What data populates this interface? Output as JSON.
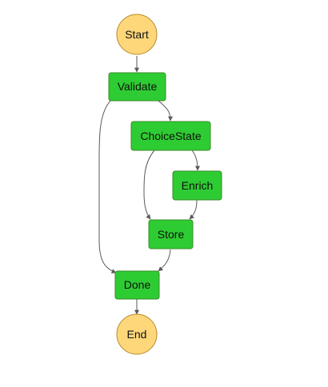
{
  "diagram": {
    "type": "state-machine-flowchart",
    "colors": {
      "state_fill": "#2ecc33",
      "state_border": "#3a8a2a",
      "terminal_fill": "#fdd77a",
      "terminal_border": "#c9a24a",
      "edge": "#5a5a5a"
    },
    "nodes": {
      "start": {
        "label": "Start",
        "shape": "circle"
      },
      "validate": {
        "label": "Validate",
        "shape": "rounded-rect"
      },
      "choice": {
        "label": "ChoiceState",
        "shape": "rounded-rect"
      },
      "enrich": {
        "label": "Enrich",
        "shape": "rounded-rect"
      },
      "store": {
        "label": "Store",
        "shape": "rounded-rect"
      },
      "done": {
        "label": "Done",
        "shape": "rounded-rect"
      },
      "end": {
        "label": "End",
        "shape": "circle"
      }
    },
    "edges": [
      {
        "from": "Start",
        "to": "Validate"
      },
      {
        "from": "Validate",
        "to": "ChoiceState"
      },
      {
        "from": "Validate",
        "to": "Done"
      },
      {
        "from": "ChoiceState",
        "to": "Enrich"
      },
      {
        "from": "ChoiceState",
        "to": "Store"
      },
      {
        "from": "Enrich",
        "to": "Store"
      },
      {
        "from": "Store",
        "to": "Done"
      },
      {
        "from": "Done",
        "to": "End"
      }
    ]
  }
}
